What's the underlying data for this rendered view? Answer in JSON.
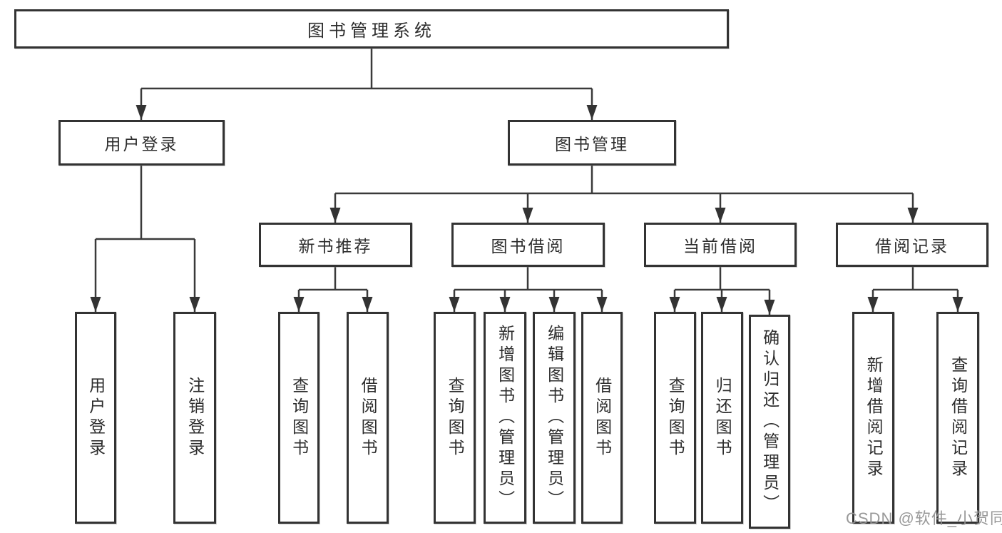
{
  "tree": {
    "label": "图书管理系统",
    "children": [
      {
        "label": "用户登录",
        "children": [
          {
            "label": "用户登录"
          },
          {
            "label": "注销登录"
          }
        ]
      },
      {
        "label": "图书管理",
        "children": [
          {
            "label": "新书推荐",
            "children": [
              {
                "label": "查询图书"
              },
              {
                "label": "借阅图书"
              }
            ]
          },
          {
            "label": "图书借阅",
            "children": [
              {
                "label": "查询图书"
              },
              {
                "label": "新增图书（管理员）"
              },
              {
                "label": "编辑图书（管理员）"
              },
              {
                "label": "借阅图书"
              }
            ]
          },
          {
            "label": "当前借阅",
            "children": [
              {
                "label": "查询图书"
              },
              {
                "label": "归还图书"
              },
              {
                "label": "确认归还（管理员）"
              }
            ]
          },
          {
            "label": "借阅记录",
            "children": [
              {
                "label": "新增借阅记录"
              },
              {
                "label": "查询借阅记录"
              }
            ]
          }
        ]
      }
    ]
  },
  "watermark": {
    "text": "CSDN @软件_小贺同学",
    "color": "#949494"
  },
  "colors": {
    "line": "#3a3a3a",
    "box_border": "#333333",
    "text": "#2d2d2d",
    "background": "#ffffff"
  }
}
